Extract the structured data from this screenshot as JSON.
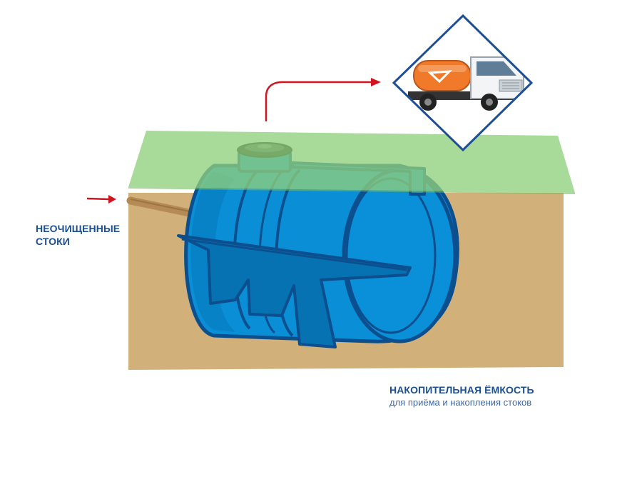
{
  "labels": {
    "inflow": {
      "line1": "НЕОЧИЩЕННЫЕ",
      "line2": "СТОКИ"
    },
    "tank": {
      "title": "НАКОПИТЕЛЬНАЯ ЁМКОСТЬ",
      "subtitle": "для приёма и накопления стоков"
    }
  },
  "colors": {
    "soil": "#d2b07a",
    "grass": "#8fd07c",
    "tank": "#0a8fd6",
    "tank_outline": "#0b4f8f",
    "arrow": "#d0151f",
    "truck_tank": "#f07a2a",
    "diamond_border": "#1e4f96",
    "text": "#1b4f8f"
  },
  "icons": {
    "truck": "vacuum-truck-icon",
    "flow_arrow": "arrow-right-icon"
  }
}
